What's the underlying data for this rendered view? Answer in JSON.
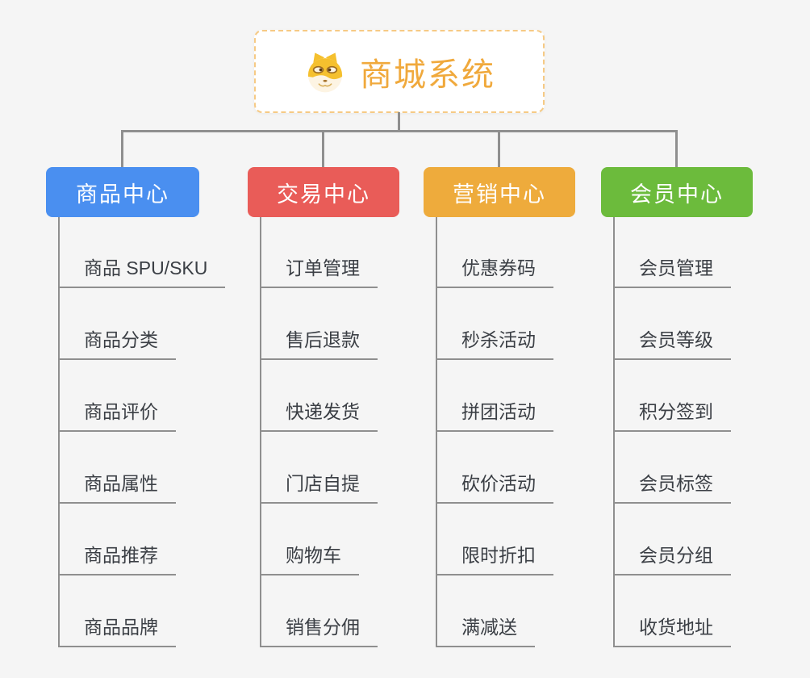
{
  "page": {
    "background_color": "#f5f5f5",
    "connector_color": "#8f8f8f"
  },
  "root": {
    "label": "商城系统",
    "icon": "doge-icon",
    "text_color": "#f0a93c",
    "border_color": "#f6ca85"
  },
  "branches": [
    {
      "label": "商品中心",
      "color": "#4a8ff0",
      "children": [
        "商品 SPU/SKU",
        "商品分类",
        "商品评价",
        "商品属性",
        "商品推荐",
        "商品品牌"
      ]
    },
    {
      "label": "交易中心",
      "color": "#e95c58",
      "children": [
        "订单管理",
        "售后退款",
        "快递发货",
        "门店自提",
        "购物车",
        "销售分佣"
      ]
    },
    {
      "label": "营销中心",
      "color": "#eeab3c",
      "children": [
        "优惠券码",
        "秒杀活动",
        "拼团活动",
        "砍价活动",
        "限时折扣",
        "满减送"
      ]
    },
    {
      "label": "会员中心",
      "color": "#6cbb3c",
      "children": [
        "会员管理",
        "会员等级",
        "积分签到",
        "会员标签",
        "会员分组",
        "收货地址"
      ]
    }
  ]
}
